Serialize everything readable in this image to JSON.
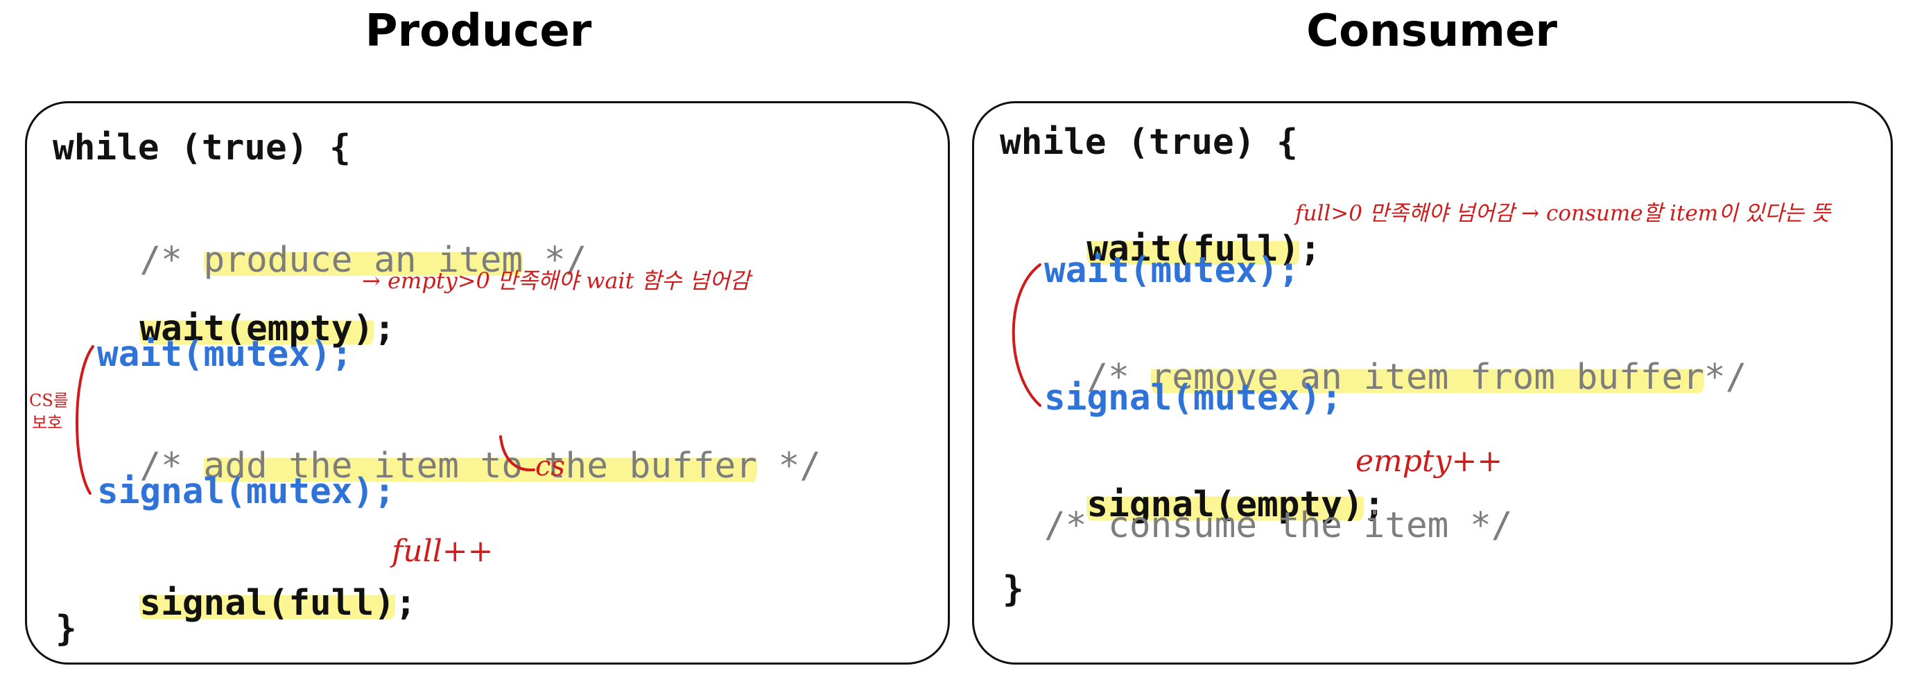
{
  "producer": {
    "title": "Producer",
    "code": {
      "while": "while (true) {",
      "comment_open": "/* ",
      "comment_produce": "produce an item",
      "comment_close": " */",
      "wait_empty": "wait(empty)",
      "wait_mutex": "wait(mutex);",
      "comment_add": "add the item to the buffer",
      "signal_mutex": "signal(mutex);",
      "signal_full": "signal(full)",
      "semicolon": ";",
      "close_brace": "}"
    },
    "notes": {
      "empty": "→ empty>0 만족해야 wait 함수 넘어감",
      "cs_protect_1": "CS를",
      "cs_protect_2": "보호",
      "cs": "cs",
      "full": "full++"
    }
  },
  "consumer": {
    "title": "Consumer",
    "code": {
      "while": "while (true) {",
      "wait_full": "wait(full)",
      "wait_mutex": "wait(mutex);",
      "comment_open": "/* ",
      "comment_remove": "remove an item from buffer",
      "comment_close": "*/",
      "signal_mutex": "signal(mutex);",
      "signal_empty": "signal(empty)",
      "consume_comment": "/* consume the item */",
      "semicolon": ";",
      "close_brace": "}"
    },
    "notes": {
      "full": "full>0 만족해야 넘어감  → consume할 item이 있다는 뜻",
      "empty": "empty++"
    }
  },
  "colors": {
    "blue": "#2f73d8",
    "highlight": "#fbf593",
    "annotation_red": "#cf1b1b",
    "comment_gray": "#7d7d7d"
  }
}
